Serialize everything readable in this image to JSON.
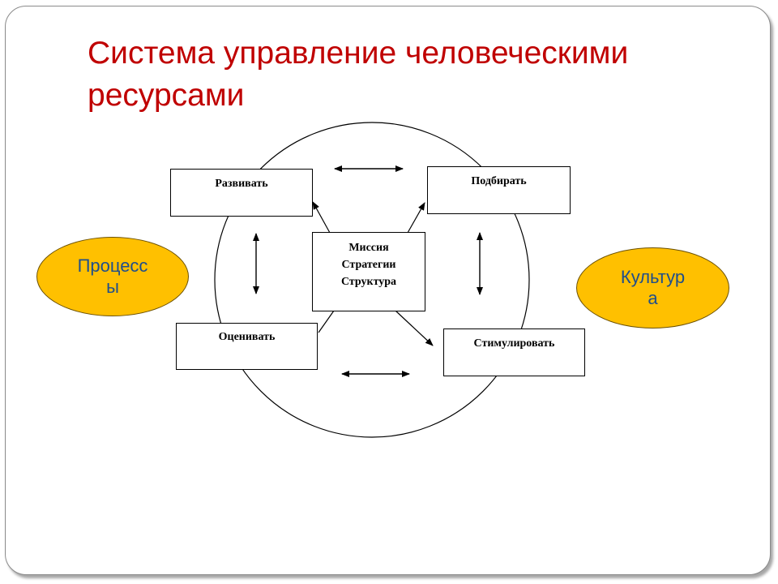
{
  "slide": {
    "title": "Система управление человеческими\nресурсами"
  },
  "diagram": {
    "center": [
      "Миссия",
      "Стратегии",
      "Структура"
    ],
    "nodes": {
      "develop": "Развивать",
      "select": "Подбирать",
      "evaluate": "Оценивать",
      "stimulate": "Стимулировать"
    },
    "left_oval": "Процесс\nы",
    "right_oval": "Культур\nа"
  },
  "colors": {
    "title": "#c00000",
    "oval_fill": "#ffc000",
    "oval_text": "#1f4e8c"
  }
}
